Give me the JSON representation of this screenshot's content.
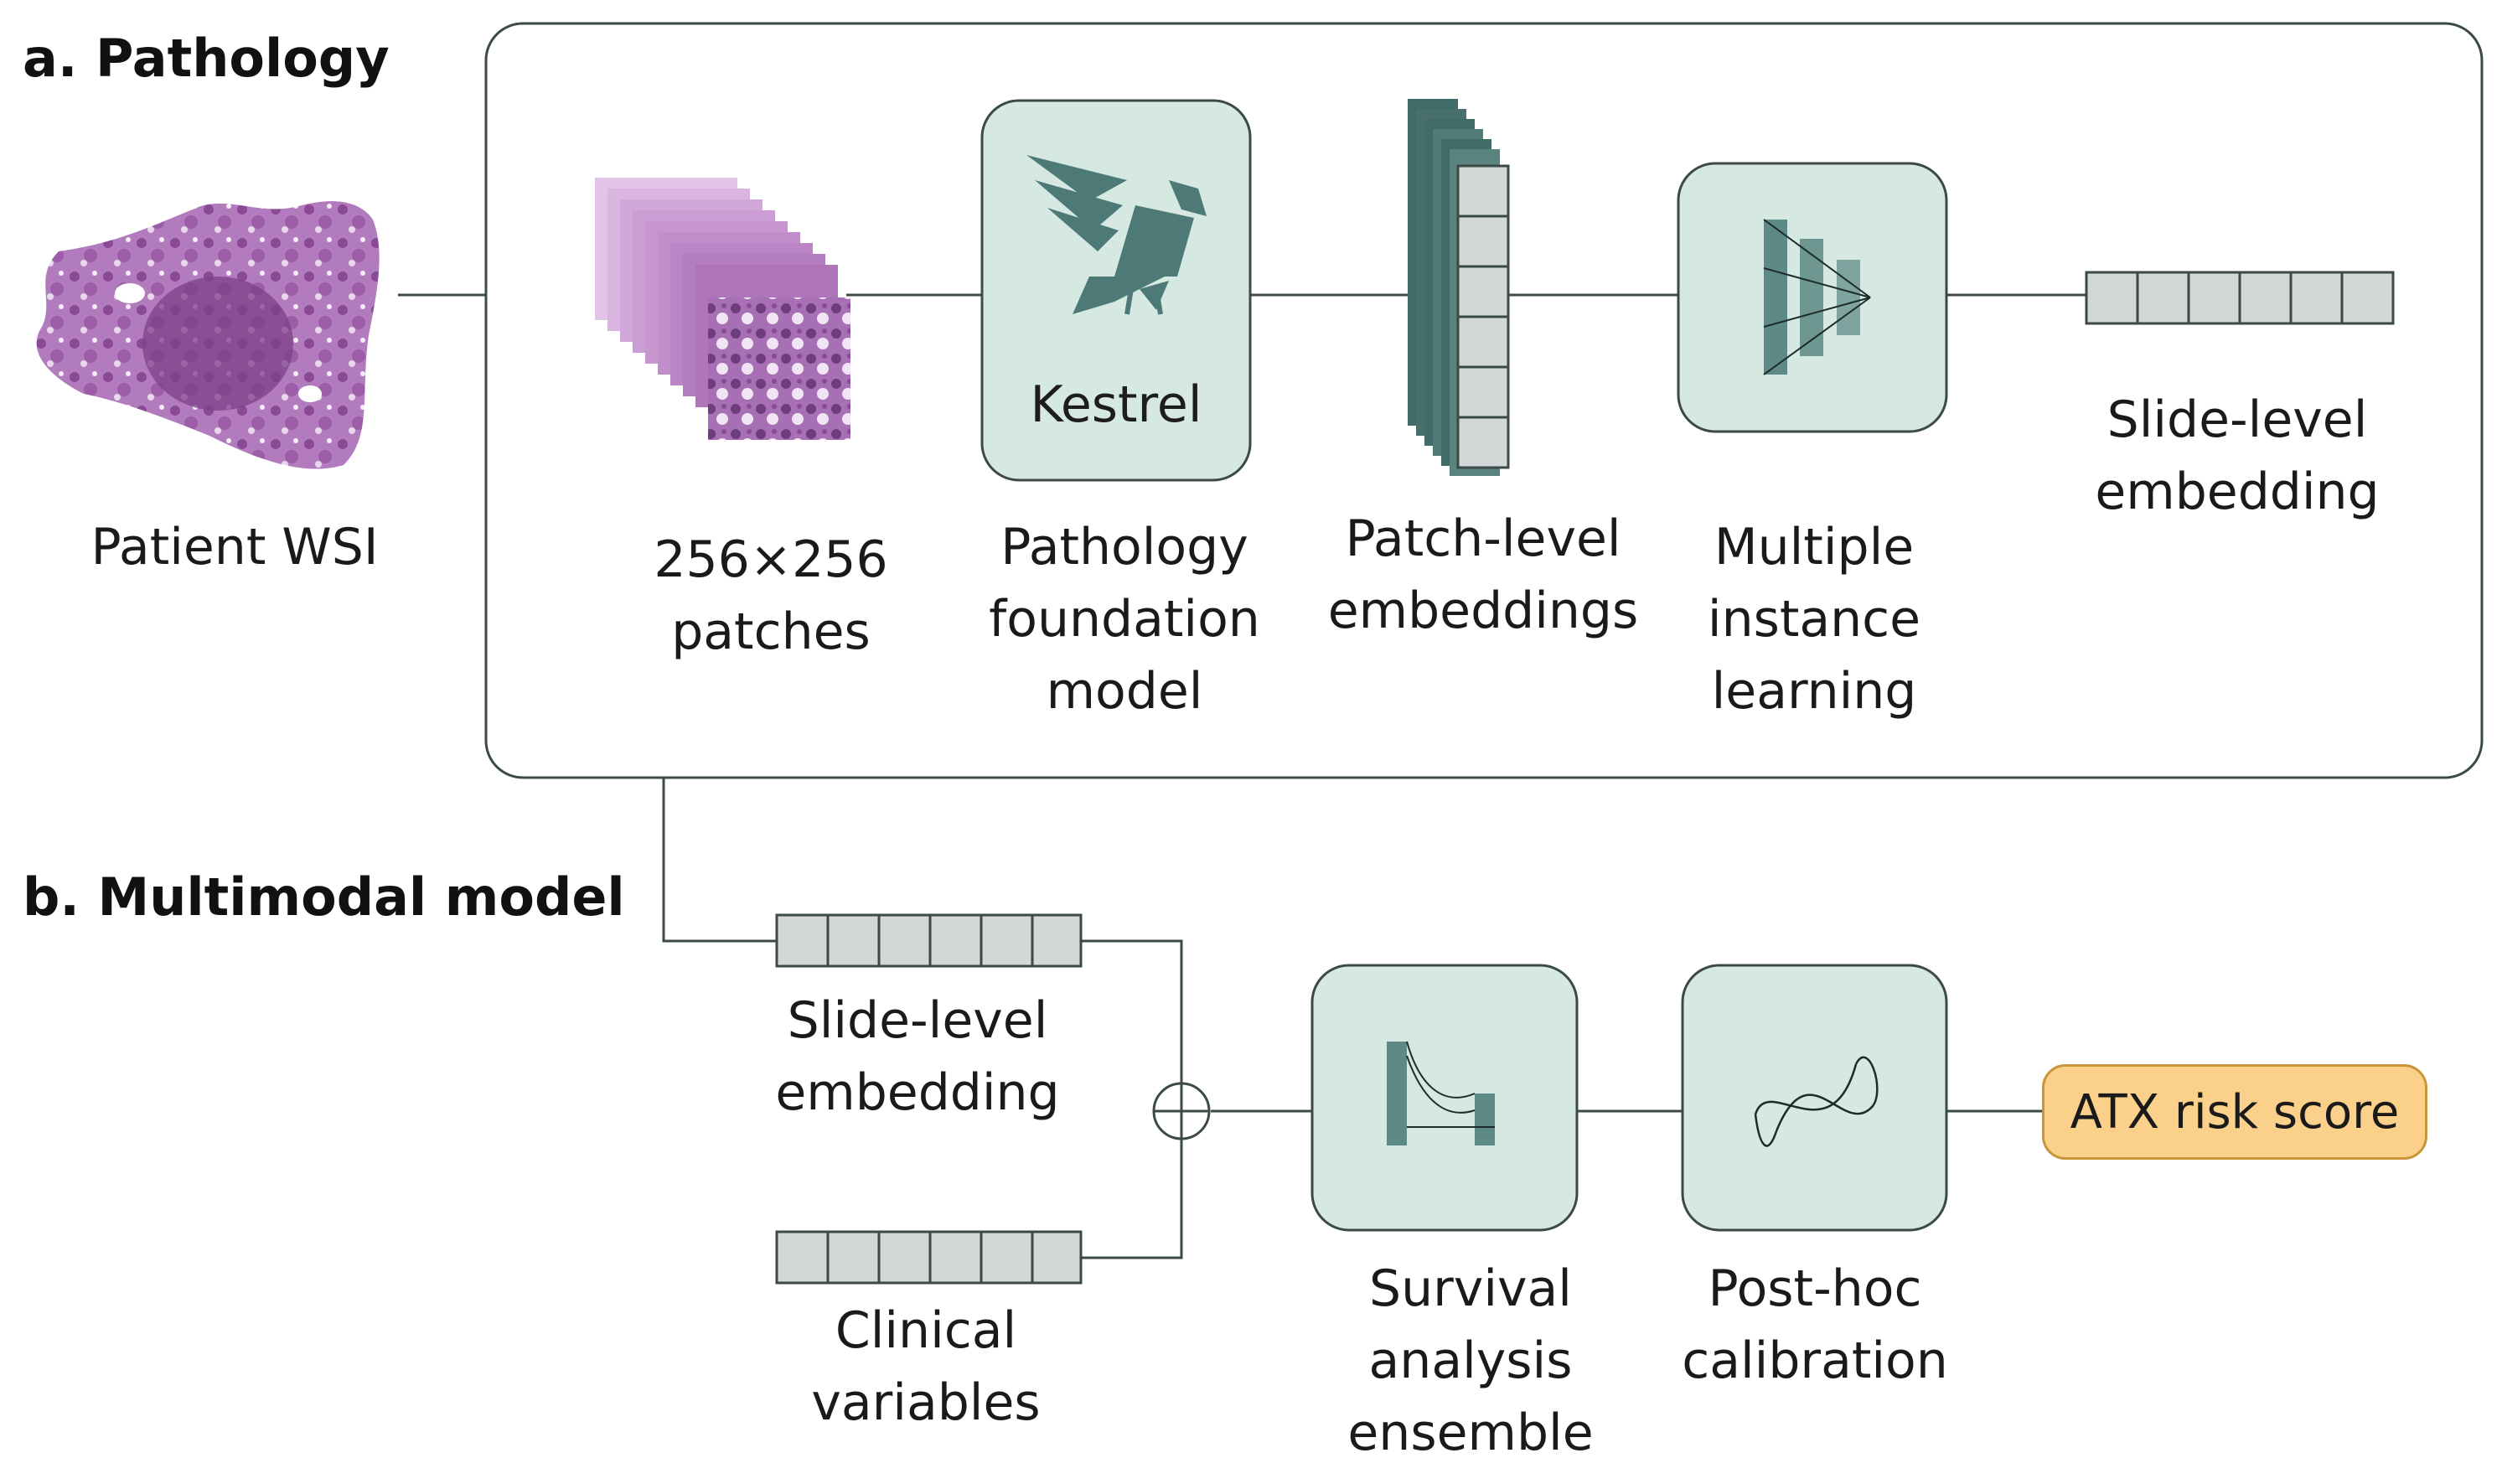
{
  "sections": {
    "a": "a. Pathology",
    "b": "b. Multimodal model"
  },
  "pathology": {
    "wsi_label": "Patient WSI",
    "patches_label": "256×256\npatches",
    "foundation_label": "Pathology\nfoundation\nmodel",
    "kestrel_label": "Kestrel",
    "patch_emb_label": "Patch-level\nembeddings",
    "mil_label": "Multiple\ninstance\nlearning",
    "slide_emb_label": "Slide-level\nembedding"
  },
  "multimodal": {
    "slide_emb_label": "Slide-level\nembedding",
    "clinical_label": "Clinical\nvariables",
    "survival_label": "Survival\nanalysis\nensemble",
    "calibration_label": "Post-hoc\ncalibration",
    "output_label": "ATX risk score"
  },
  "colors": {
    "box_fill": "#d5e8e2",
    "box_stroke": "#3b4a47",
    "teal_dark": "#3f6b69",
    "teal_mid": "#5e8a86",
    "vector_fill": "#d3d7d8",
    "patch_purple": "#c89ad0",
    "wsi_purple": "#8e4f98",
    "output_fill": "#fbd08a"
  },
  "icons": {
    "bird": "kestrel-bird-icon",
    "mil": "mil-pyramid-icon",
    "survival": "survival-curve-icon",
    "calibration": "calibration-curve-icon",
    "concat": "circle-plus-icon"
  }
}
